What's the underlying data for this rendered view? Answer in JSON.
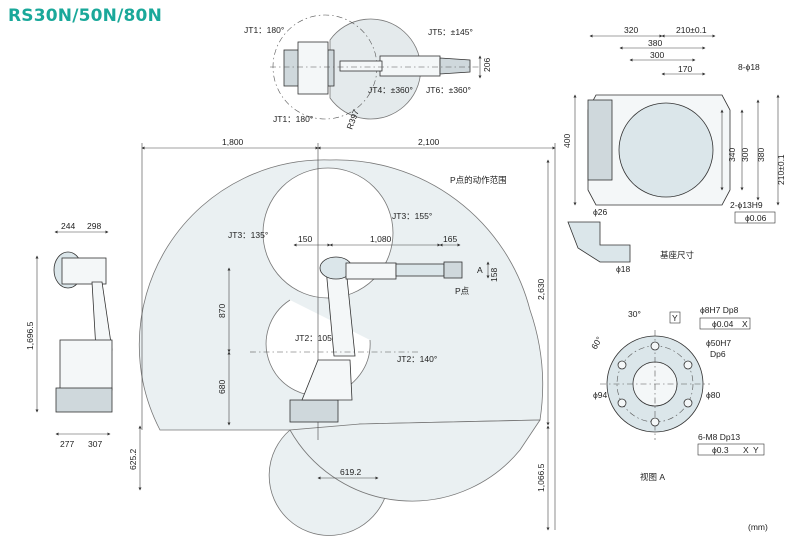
{
  "title": "RS30N/50N/80N",
  "unit": "(mm)",
  "top_view": {
    "jt1_top": "JT1：180°",
    "jt1_bottom": "JT1：180°",
    "jt5": "JT5：±145°",
    "jt4": "JT4：±360°",
    "jt6": "JT6：±360°",
    "r397": "R397",
    "d206": "206"
  },
  "side_view": {
    "w244": "244",
    "w298": "298",
    "h1696": "1,696.5",
    "w277": "277",
    "w307": "307"
  },
  "main_view": {
    "d1800": "1,800",
    "d2100": "2,100",
    "p_range": "P点的动作范围",
    "jt3_155": "JT3：155°",
    "jt3_135": "JT3：135°",
    "d150": "150",
    "d1080": "1,080",
    "d165": "165",
    "d158": "158",
    "a": "A",
    "p_point": "P点",
    "d2630": "2,630",
    "d870": "870",
    "jt2_105": "JT2：105°",
    "jt2_140": "JT2：140°",
    "d680": "680",
    "d625": "625.2",
    "d619": "619.2",
    "d1066": "1,066.5"
  },
  "base_view": {
    "d320": "320",
    "d210a": "210±0.1",
    "d380a": "380",
    "d300a": "300",
    "d170": "170",
    "hole8": "8-ϕ18",
    "d400": "400",
    "d340": "340",
    "d300b": "300",
    "d380b": "380",
    "d210b": "210±0.1",
    "hole2": "2-ϕ13H9",
    "tol006": "ϕ0.06",
    "d26": "ϕ26",
    "d18": "ϕ18",
    "caption": "基座尺寸"
  },
  "flange_view": {
    "a30": "30°",
    "a60": "60°",
    "y": "Y",
    "h8": "ϕ8H7 Dp8",
    "tol004": "ϕ0.04",
    "x": "X",
    "h50": "ϕ50H7",
    "dp6": "Dp6",
    "d94": "ϕ94",
    "d80": "ϕ80",
    "m8": "6-M8 Dp13",
    "tol03": "ϕ0.3",
    "x2": "X",
    "y2": "Y",
    "caption": "视图 A"
  }
}
